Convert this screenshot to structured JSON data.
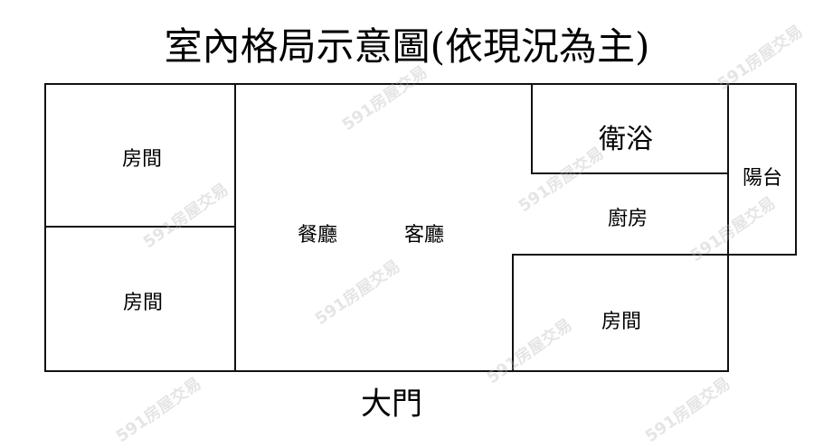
{
  "title": "室內格局示意圖(依現況為主)",
  "rooms": {
    "bedroom_top_left": "房間",
    "bedroom_bottom_left": "房間",
    "dining": "餐廳",
    "living": "客廳",
    "bathroom": "衛浴",
    "kitchen": "廚房",
    "balcony": "陽台",
    "bedroom_bottom_right": "房間"
  },
  "entrance": "大門",
  "watermark": "591房屋交易"
}
